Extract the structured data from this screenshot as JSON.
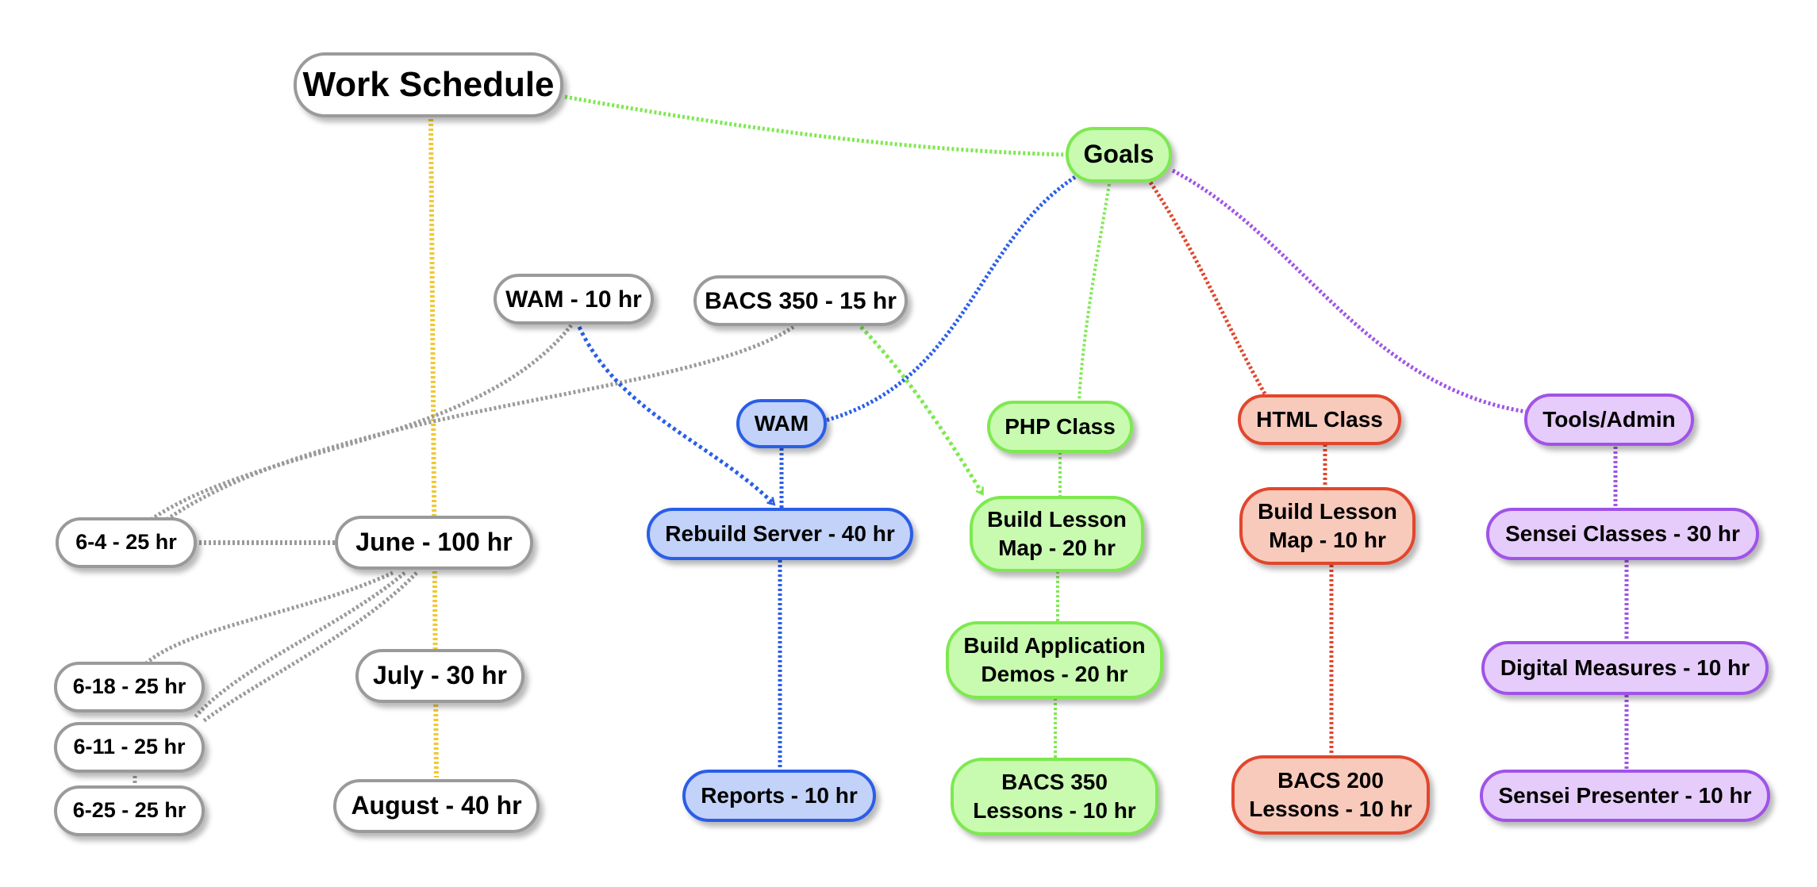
{
  "colors": {
    "gray": "#9a9a9a",
    "yellow": "#f0c832",
    "green": "#7de94f",
    "red": "#e2462c",
    "purple": "#a053e8",
    "blue": "#2a5ee8"
  },
  "nodes": {
    "work_schedule": "Work Schedule",
    "goals": "Goals",
    "wam_10": "WAM - 10 hr",
    "bacs350_15": "BACS 350 - 15 hr",
    "june": "June  - 100 hr",
    "july": "July - 30 hr",
    "august": "August - 40 hr",
    "w_6_4": "6-4 - 25 hr",
    "w_6_18": "6-18 - 25 hr",
    "w_6_11": "6-11 - 25 hr",
    "w_6_25": "6-25 - 25 hr",
    "wam": "WAM",
    "rebuild_server": "Rebuild Server - 40 hr",
    "reports": "Reports - 10 hr",
    "php_class": "PHP Class",
    "build_lesson_map_20": [
      "Build Lesson",
      "Map - 20 hr"
    ],
    "build_app_demos": [
      "Build Application",
      "Demos - 20 hr"
    ],
    "bacs350_lessons": [
      "BACS 350",
      "Lessons - 10 hr"
    ],
    "html_class": "HTML Class",
    "build_lesson_map_10": [
      "Build Lesson",
      "Map - 10 hr"
    ],
    "bacs200_lessons": [
      "BACS 200",
      "Lessons - 10 hr"
    ],
    "tools_admin": "Tools/Admin",
    "sensei_classes": "Sensei Classes - 30 hr",
    "digital_measures": "Digital Measures - 10 hr",
    "sensei_presenter": "Sensei Presenter - 10 hr"
  }
}
